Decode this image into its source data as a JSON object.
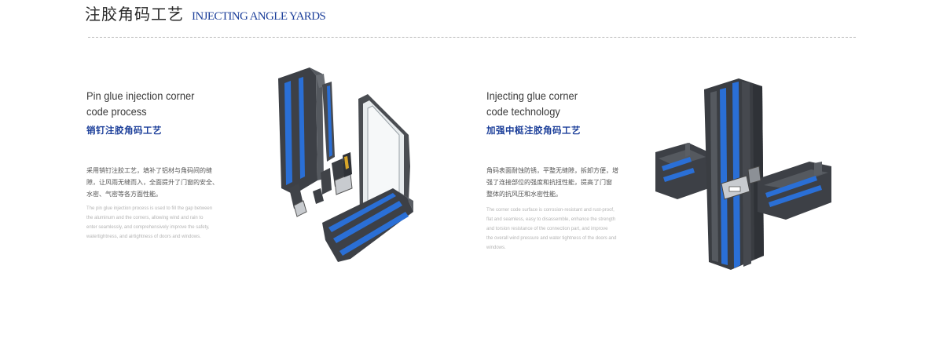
{
  "header": {
    "title_cn": "注胶角码工艺",
    "title_en": "INJECTING ANGLE YARDS"
  },
  "left": {
    "heading_line1": "Pin glue injection corner",
    "heading_line2": "code process",
    "sub_cn": "销钉注胶角码工艺",
    "desc_cn": "采用销钉注胶工艺，填补了铝材与角码间的缝\n隙，让风雨无缝而入，全面提升了门窗的安全、\n水密、气密等各方面性能。",
    "desc_en": "The pin glue injection process is used to fill the gap between\nthe aluminum and the corners, allowing wind and rain to\nenter seamlessly, and comprehensively improve the safety,\nwatertightness, and airtightness of doors and windows."
  },
  "right": {
    "heading_line1": "Injecting glue corner",
    "heading_line2": "code technology",
    "sub_cn": "加强中梃注胶角码工艺",
    "desc_cn": "角码表面耐蚀防锈，平整无缝隙，拆卸方便，增\n强了连接部位的强度和抗扭性能，提高了门窗\n整体的抗风压和水密性能。",
    "desc_en": "The corner code surface is corrosion-resistant and rust-proof,\nflat and seamless, easy to disassemble, enhance the strength\nand torsion resistance of the connection part, and improve\nthe overall wind pressure and water tightness of the doors and\nwindows."
  },
  "colors": {
    "accent": "#1c3f9a",
    "profile_dark": "#3a3d42",
    "profile_blue": "#2a6fd6"
  }
}
